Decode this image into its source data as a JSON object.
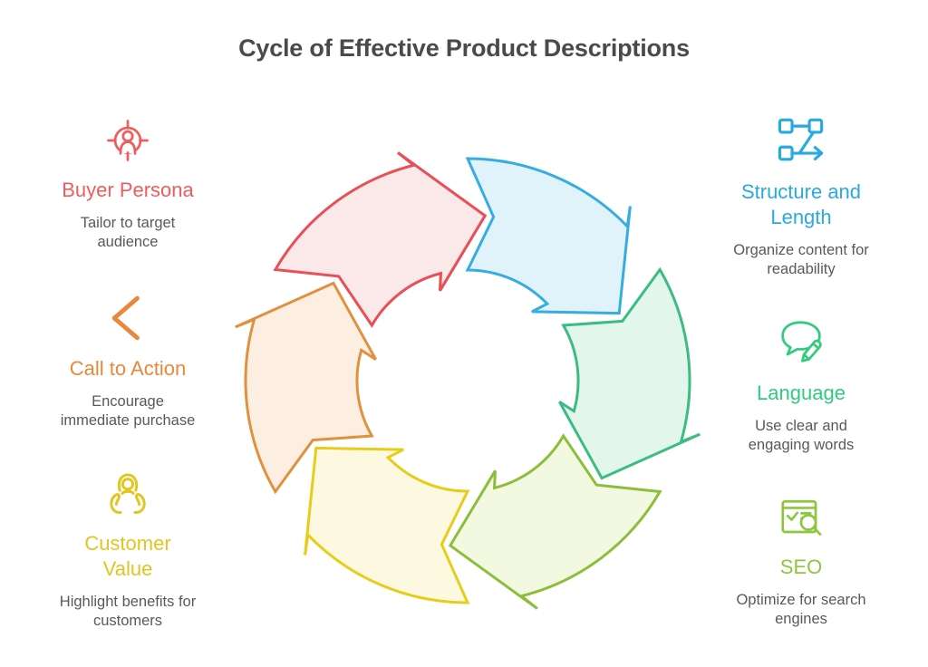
{
  "title": "Cycle of Effective Product Descriptions",
  "title_color": "#4a4a4c",
  "background": "#ffffff",
  "description_text_color": "#58595b",
  "items": [
    {
      "id": "buyer-persona",
      "title_lines": [
        "Buyer Persona"
      ],
      "desc_lines": [
        "Tailor to target",
        "audience"
      ],
      "color": "#f05c5c",
      "icon": "person-target-icon"
    },
    {
      "id": "call-to-action",
      "title_lines": [
        "Call to Action"
      ],
      "desc_lines": [
        "Encourage",
        "immediate purchase"
      ],
      "color": "#e8883a",
      "icon": "chevron-left-icon"
    },
    {
      "id": "customer-value",
      "title_lines": [
        "Customer",
        "Value"
      ],
      "desc_lines": [
        "Highlight benefits for",
        "customers"
      ],
      "color": "#e2c620",
      "icon": "person-in-hands-icon"
    },
    {
      "id": "structure-length",
      "title_lines": [
        "Structure and",
        "Length"
      ],
      "desc_lines": [
        "Organize content for",
        "readability"
      ],
      "color": "#29a9e1",
      "icon": "flowchart-icon"
    },
    {
      "id": "language",
      "title_lines": [
        "Language"
      ],
      "desc_lines": [
        "Use clear and",
        "engaging words"
      ],
      "color": "#30cc7c",
      "icon": "speech-bubble-pencil-icon"
    },
    {
      "id": "seo",
      "title_lines": [
        "SEO"
      ],
      "desc_lines": [
        "Optimize for search",
        "engines"
      ],
      "color": "#8dc63f",
      "icon": "browser-search-icon"
    }
  ],
  "cycle": {
    "direction": "clockwise",
    "steps": [
      {
        "label": "Buyer Persona",
        "position": "top-left",
        "stroke": "#e94f56",
        "fill": "#fbe8e8"
      },
      {
        "label": "Structure and Length",
        "position": "top-right",
        "stroke": "#35ace2",
        "fill": "#e0f3fb"
      },
      {
        "label": "Language",
        "position": "right",
        "stroke": "#3bbc80",
        "fill": "#e2f6ec"
      },
      {
        "label": "SEO",
        "position": "bottom-right",
        "stroke": "#8cbe3c",
        "fill": "#f2f9e0"
      },
      {
        "label": "Customer Value",
        "position": "bottom-left",
        "stroke": "#e6cd19",
        "fill": "#fdf8e0"
      },
      {
        "label": "Call to Action",
        "position": "left",
        "stroke": "#e0913e",
        "fill": "#fcefe1"
      }
    ]
  }
}
